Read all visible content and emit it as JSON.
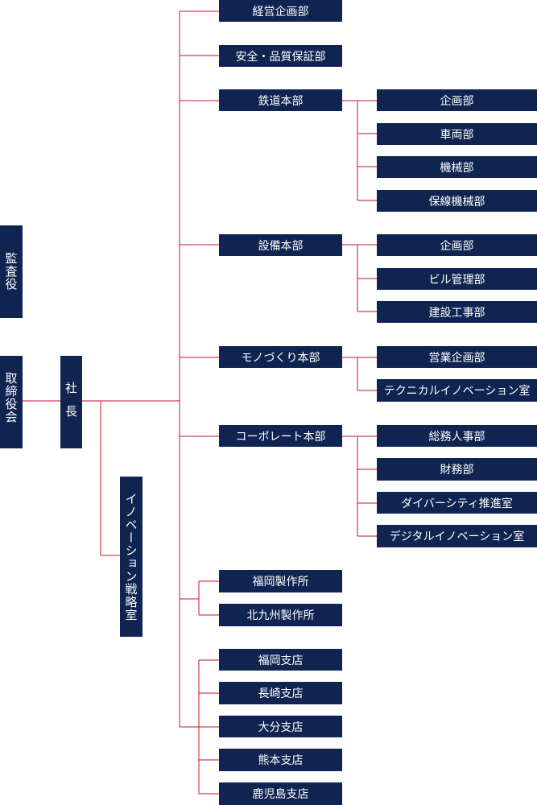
{
  "left": {
    "auditor": "監査役",
    "board": "取締役会",
    "president": "社長",
    "innovation_strategy": "イノベーション戦略室"
  },
  "departments": {
    "corporate_planning": "経営企画部",
    "safety_quality": "安全・品質保証部",
    "railway": {
      "name": "鉄道本部",
      "children": [
        "企画部",
        "車両部",
        "機械部",
        "保線機械部"
      ]
    },
    "facilities": {
      "name": "設備本部",
      "children": [
        "企画部",
        "ビル管理部",
        "建設工事部"
      ]
    },
    "monozukuri": {
      "name": "モノづくり本部",
      "children": [
        "営業企画部",
        "テクニカルイノベーション室"
      ]
    },
    "corporate": {
      "name": "コーポレート本部",
      "children": [
        "総務人事部",
        "財務部",
        "ダイバーシティ推進室",
        "デジタルイノベーション室"
      ]
    },
    "factories": [
      "福岡製作所",
      "北九州製作所"
    ],
    "branches": [
      "福岡支店",
      "長崎支店",
      "大分支店",
      "熊本支店",
      "鹿児島支店"
    ]
  },
  "colors": {
    "box_fill": "#0f2451",
    "box_text": "#ffffff",
    "connector": "#c8102e"
  }
}
